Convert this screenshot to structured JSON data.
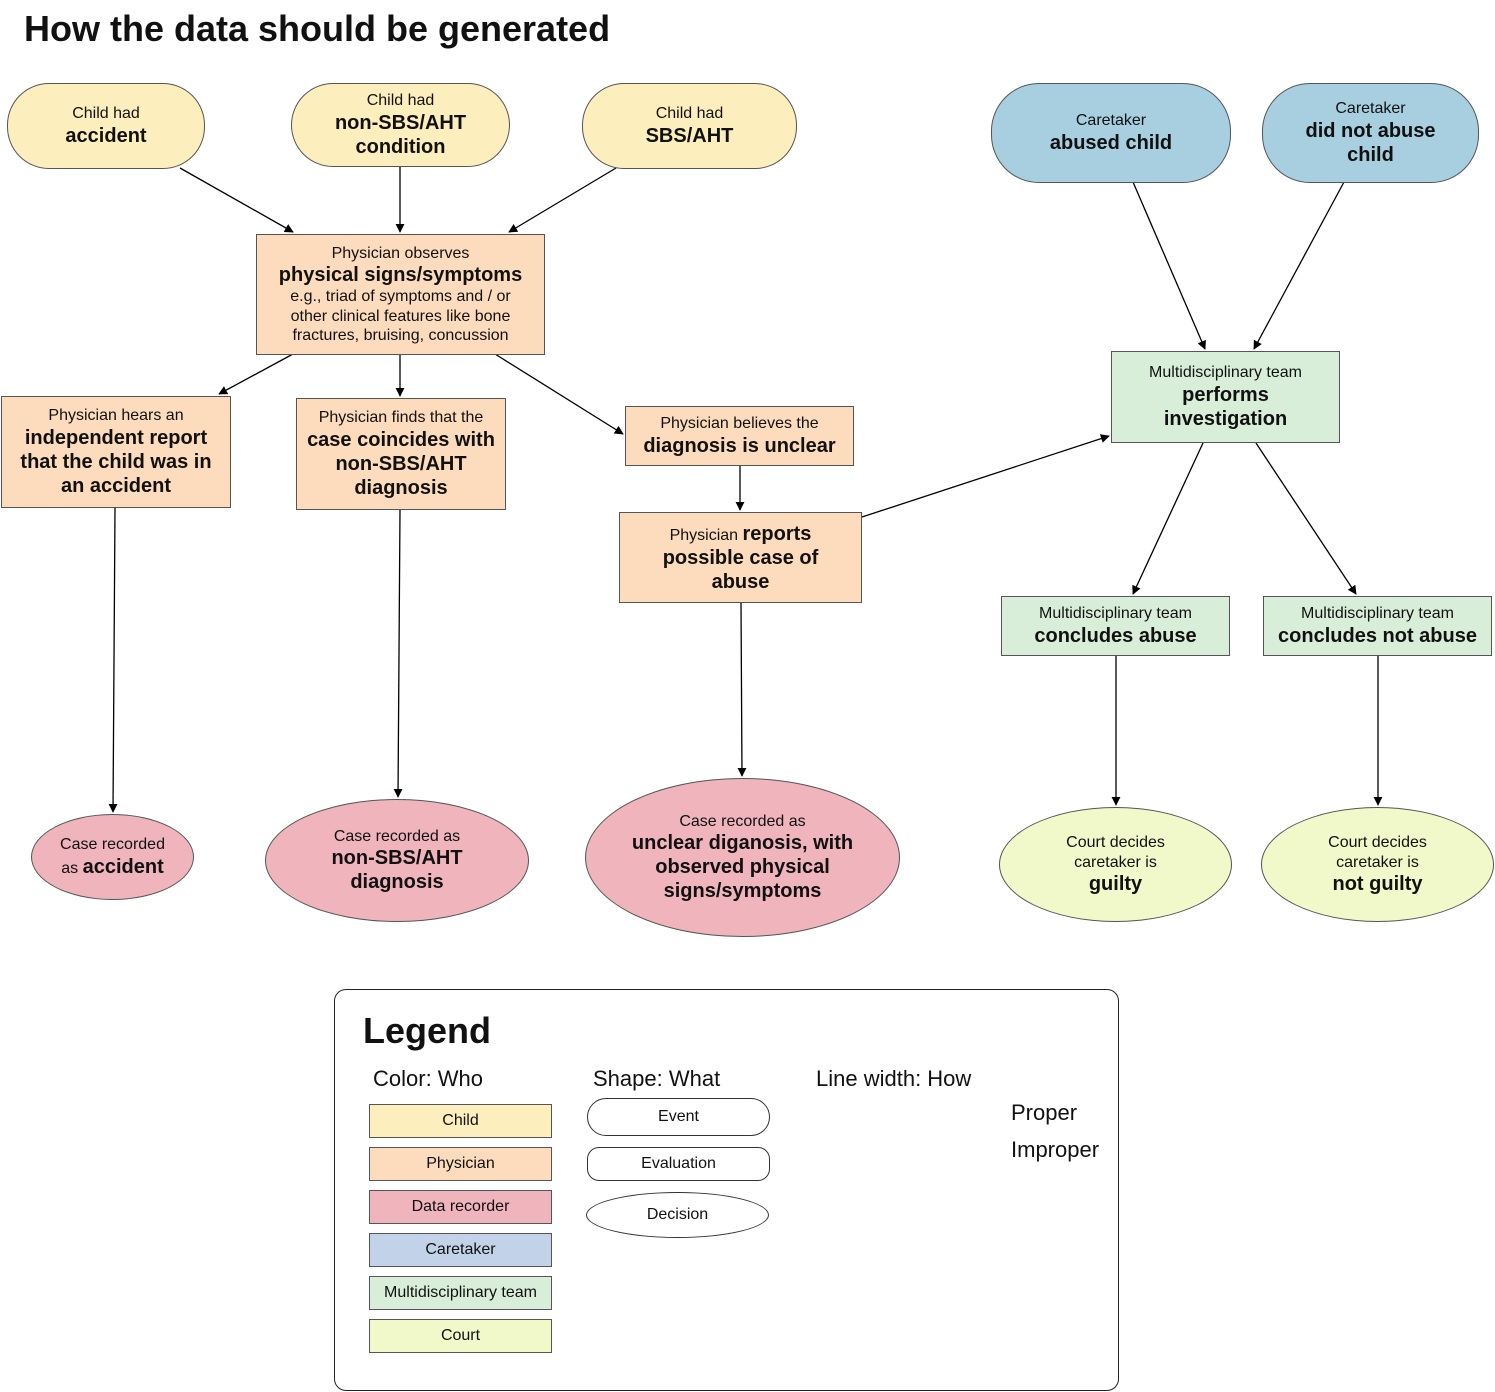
{
  "title": "How the data should be generated",
  "nodes": {
    "child_accident": {
      "line1": "Child had",
      "bold": "accident"
    },
    "child_non_sbs": {
      "line1": "Child had",
      "bold": "non-SBS/AHT condition"
    },
    "child_sbs": {
      "line1": "Child had",
      "bold": "SBS/AHT"
    },
    "caretaker_abused": {
      "line1": "Caretaker",
      "bold": "abused child"
    },
    "caretaker_not_abused": {
      "line1": "Caretaker",
      "bold": "did not abuse child"
    },
    "physician_observes": {
      "line1": "Physician observes",
      "bold": "physical signs/symptoms",
      "small": "e.g., triad of symptoms and / or other clinical features like bone fractures, bruising, concussion"
    },
    "hears_report": {
      "line1": "Physician hears an",
      "bold": "independent report that the child was in an accident"
    },
    "finds_coincides": {
      "line1": "Physician finds that the",
      "bold": "case coincides with non-SBS/AHT diagnosis"
    },
    "believes_unclear": {
      "line1": "Physician believes the",
      "bold": "diagnosis is unclear"
    },
    "reports_abuse": {
      "pre": "Physician",
      "bold": "reports possible case of abuse"
    },
    "team_investigates": {
      "line1": "Multidisciplinary team",
      "bold": "performs investigation"
    },
    "team_abuse": {
      "line1": "Multidisciplinary team",
      "bold": "concludes abuse"
    },
    "team_not_abuse": {
      "line1": "Multidisciplinary team",
      "bold": "concludes not abuse"
    },
    "rec_accident": {
      "line1": "Case recorded",
      "pre2": "as",
      "bold": "accident"
    },
    "rec_non_sbs": {
      "line1": "Case recorded as",
      "bold": "non-SBS/AHT diagnosis"
    },
    "rec_unclear": {
      "line1": "Case recorded as",
      "bold": "unclear diganosis, with observed physical signs/symptoms"
    },
    "court_guilty": {
      "line1": "Court decides caretaker is",
      "bold": "guilty"
    },
    "court_not_guilty": {
      "line1": "Court decides caretaker is",
      "bold": "not guilty"
    }
  },
  "legend": {
    "title": "Legend",
    "color_heading": "Color: Who",
    "shape_heading": "Shape: What",
    "line_heading": "Line width: How",
    "colors": [
      {
        "label": "Child",
        "color": "#fdeebd"
      },
      {
        "label": "Physician",
        "color": "#fddcbd"
      },
      {
        "label": "Data recorder",
        "color": "#f0b4bd"
      },
      {
        "label": "Caretaker",
        "color": "#c2d3e9"
      },
      {
        "label": "Multidisciplinary team",
        "color": "#d9eed9"
      },
      {
        "label": "Court",
        "color": "#f1f8c9"
      }
    ],
    "shapes": [
      "Event",
      "Evaluation",
      "Decision"
    ],
    "lines": [
      "Proper",
      "Improper"
    ]
  }
}
